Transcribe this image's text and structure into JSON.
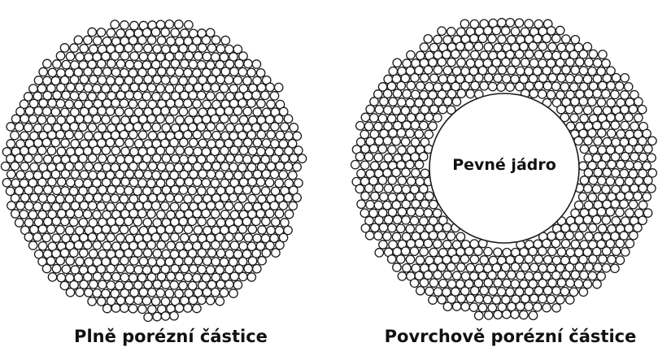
{
  "particles": [
    {
      "caption": "Plně porézní částice",
      "type": "fully-porous"
    },
    {
      "caption": "Povrchově porézní částice",
      "type": "superficially-porous",
      "core_label": "Pevné jádro"
    }
  ],
  "colors": {
    "background": "#ffffff",
    "bead_stroke": "#1a1a1a",
    "bead_fill": "#ffffff",
    "text": "#111111"
  }
}
